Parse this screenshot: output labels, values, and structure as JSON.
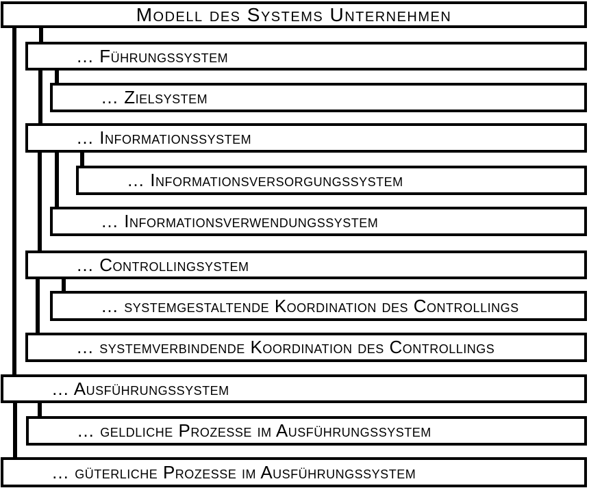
{
  "diagram": {
    "title": "Modell des Systems Unternehmen",
    "colors": {
      "background": "#ffffff",
      "border": "#000000",
      "text": "#000000"
    },
    "boxes": [
      {
        "id": "modell-des-systems-unternehmen",
        "label": "Modell des Systems Unternehmen",
        "level": 0
      },
      {
        "id": "fuehrungssystem",
        "label": "… Führungssystem",
        "level": 1
      },
      {
        "id": "zielsystem",
        "label": "… Zielsystem",
        "level": 2
      },
      {
        "id": "informationssystem",
        "label": "… Informationssystem",
        "level": 1
      },
      {
        "id": "informationsversorgungssystem",
        "label": "… Informationsversorgungssystem",
        "level": 3
      },
      {
        "id": "informationsverwendungssystem",
        "label": "… Informationsverwendungssystem",
        "level": 2
      },
      {
        "id": "controllingsystem",
        "label": "… Controllingsystem",
        "level": 1
      },
      {
        "id": "systemgestaltende-koordination",
        "label": "… systemgestaltende Koordination des Controllings",
        "level": 2
      },
      {
        "id": "systemverbindende-koordination",
        "label": "… systemverbindende Koordination des Controllings",
        "level": 1
      },
      {
        "id": "ausfuehrungssystem",
        "label": "… Ausführungssystem",
        "level": 0
      },
      {
        "id": "geldliche-prozesse",
        "label": "… geldliche Prozesse im Ausführungssystem",
        "level": 1
      },
      {
        "id": "gueterliche-prozesse",
        "label": "… güterliche Prozesse im Ausführungssystem",
        "level": 0
      }
    ]
  }
}
